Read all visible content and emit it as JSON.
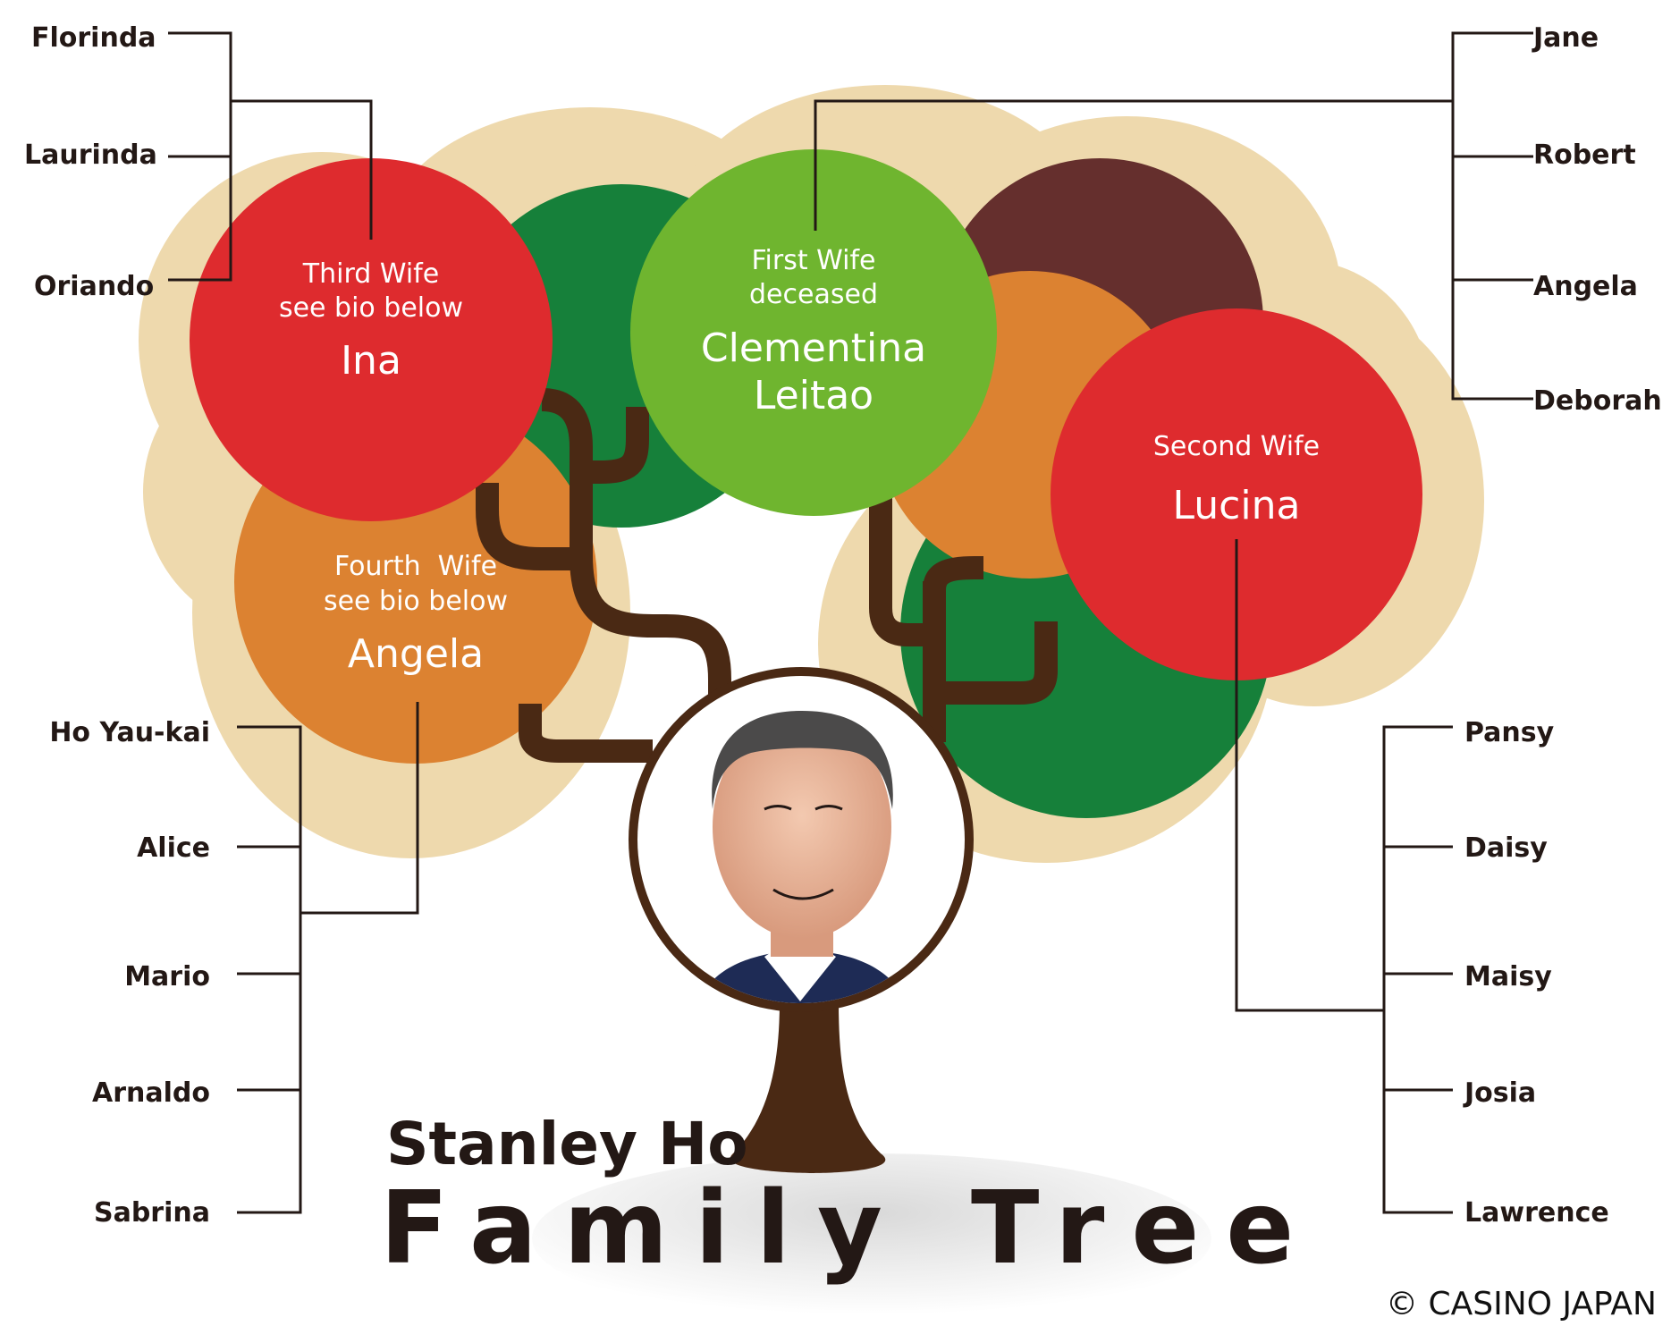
{
  "title": {
    "line1": "Stanley Ho",
    "line2": "Family Tree"
  },
  "credit": "© CASINO JAPAN",
  "colors": {
    "background": "#ffffff",
    "canopy_beige": "#eed9ad",
    "dark_green": "#16803a",
    "light_green": "#6fb52f",
    "red": "#de2b2e",
    "orange": "#dc8231",
    "brown": "#652f2d",
    "trunk": "#4a2914",
    "text": "#231815"
  },
  "portrait": {
    "icon": "stanley-ho-portrait",
    "description_hidden": true
  },
  "wives": {
    "ina": {
      "sub1": "Third Wife",
      "sub2": "see bio below",
      "name": "Ina",
      "children": [
        "Florinda",
        "Laurinda",
        "Oriando"
      ]
    },
    "clementina": {
      "sub1": "First Wife",
      "sub2": "deceased",
      "name1": "Clementina",
      "name2": "Leitao",
      "children": [
        "Jane",
        "Robert",
        "Angela",
        "Deborah"
      ]
    },
    "lucina": {
      "sub1": "Second Wife",
      "name": "Lucina",
      "children": [
        "Pansy",
        "Daisy",
        "Maisy",
        "Josia",
        "Lawrence"
      ]
    },
    "angela": {
      "sub1": "Fourth  Wife",
      "sub2": "see bio below",
      "name": "Angela",
      "children": [
        "Ho Yau-kai",
        "Alice",
        "Mario",
        "Arnaldo",
        "Sabrina"
      ]
    }
  }
}
